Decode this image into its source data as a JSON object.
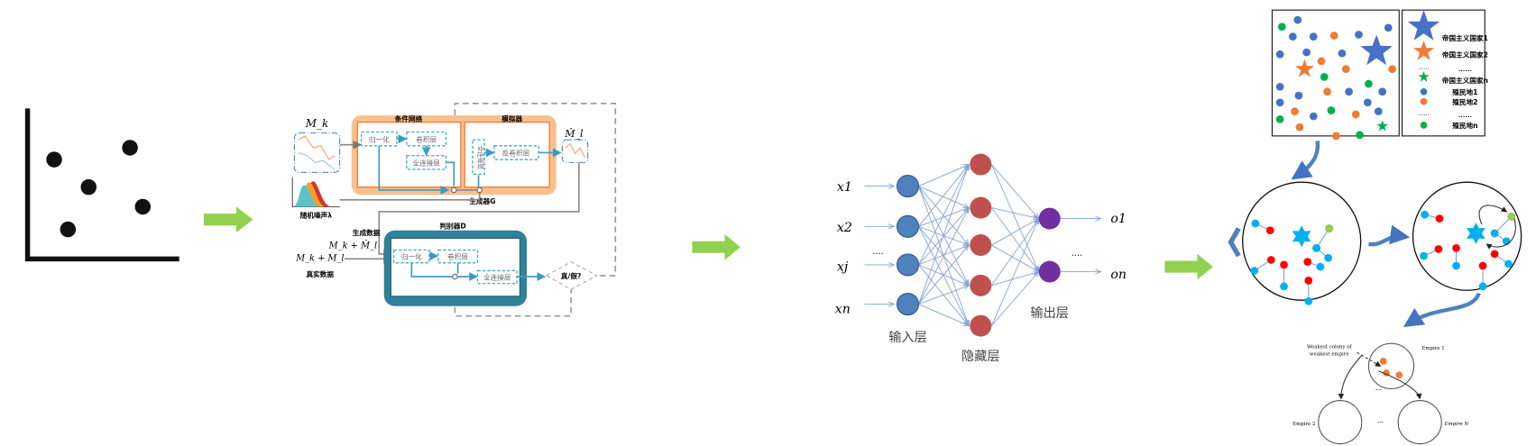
{
  "gan": {
    "input_label": "M_k",
    "noise_label": "随机噪声λ",
    "condition_net_label": "条件网络",
    "simulator_label": "模拟器",
    "generator_label": "生成器G",
    "discriminator_label": "判别器D",
    "normalize": "归一化",
    "conv": "卷积层",
    "fc": "全连接层",
    "fc_vertical": "全连接层",
    "deconv": "反卷积层",
    "output_label": "M̂_l",
    "gen_data_label": "生成数据",
    "gen_data_formula": "M_k + M̂_l",
    "real_data_formula": "M_k + M_l",
    "real_data_label": "真实数据",
    "d_normalize": "归一化",
    "d_conv": "卷积层",
    "d_fc": "全连接层",
    "decision": "真/假?"
  },
  "nn": {
    "inputs": [
      "x1",
      "x2",
      "....",
      "xj",
      "xn"
    ],
    "outputs": [
      "o1",
      "....",
      "on"
    ],
    "input_layer": "输入层",
    "hidden_layer": "隐藏层",
    "output_layer": "输出层"
  },
  "ica": {
    "legend": [
      {
        "symbol": "star",
        "color": "#4472c4",
        "label": "帝国主义国家1"
      },
      {
        "symbol": "star",
        "color": "#ed7d31",
        "label": "帝国主义国家2"
      },
      {
        "symbol": "dots",
        "color": "#000000",
        "label": "......"
      },
      {
        "symbol": "star",
        "color": "#00b050",
        "label": "帝国主义国家n"
      },
      {
        "symbol": "dot",
        "color": "#4472c4",
        "label": "殖民地1"
      },
      {
        "symbol": "dot",
        "color": "#ed7d31",
        "label": "殖民地2"
      },
      {
        "symbol": "dots",
        "color": "#000000",
        "label": "......"
      },
      {
        "symbol": "dot",
        "color": "#00b050",
        "label": "殖民地n"
      }
    ],
    "weakest_line1": "Weakest colony of",
    "weakest_line2": "weakest empire",
    "empire1": "Empire 1",
    "empire2": "Empire 2",
    "empireN": "Empire N",
    "ellipsis": "---"
  },
  "colors": {
    "arrow_green": "#92d050",
    "generator_orange": "#f8c08f",
    "discriminator_teal": "#2e8299",
    "input_node": "#4f81bd",
    "hidden_node": "#c0504d",
    "output_node": "#7030a0"
  }
}
